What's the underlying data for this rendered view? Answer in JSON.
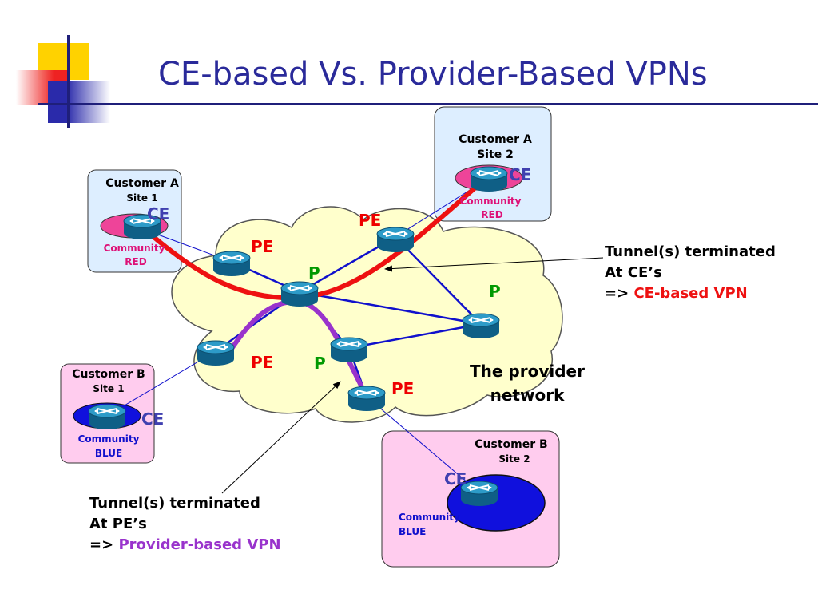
{
  "title": "CE-based Vs. Provider-Based VPNs",
  "sites": {
    "a1": {
      "title": "Customer A",
      "sub": "Site 1",
      "ce": "CE",
      "community_label": "Community",
      "community_name": "RED"
    },
    "a2": {
      "title": "Customer A",
      "sub": "Site 2",
      "ce": "CE",
      "community_label": "Community",
      "community_name": "RED"
    },
    "b1": {
      "title": "Customer B",
      "sub": "Site 1",
      "ce": "CE",
      "community_label": "Community",
      "community_name": "BLUE"
    },
    "b2": {
      "title": "Customer B",
      "sub": "Site 2",
      "ce": "CE",
      "community_label": "Community",
      "community_name": "BLUE"
    }
  },
  "labels": {
    "pe": "PE",
    "p": "P",
    "provider_line1": "The provider",
    "provider_line2": "network"
  },
  "notes": {
    "ce_tunnel": {
      "line1": "Tunnel(s) terminated",
      "line2": "At CE’s",
      "arrow": "=> ",
      "highlight": "CE-based VPN"
    },
    "pe_tunnel": {
      "line1": "Tunnel(s) terminated",
      "line2": "At PE’s",
      "arrow": "=> ",
      "highlight": "Provider-based VPN"
    }
  },
  "colors": {
    "title": "#2a2a9a",
    "cloud": "#ffffcc",
    "customer_a_box": "#ddeeff",
    "customer_b_box": "#ffccee",
    "red_community": "#ee4499",
    "blue_community": "#1010dd",
    "router": "#1e8cb8",
    "link": "#1010cc",
    "ce_tunnel": "#ee1111",
    "pe_tunnel": "#9933cc",
    "pe_label": "#ee0000",
    "p_label": "#009900",
    "ce_label": "#4040b0"
  }
}
